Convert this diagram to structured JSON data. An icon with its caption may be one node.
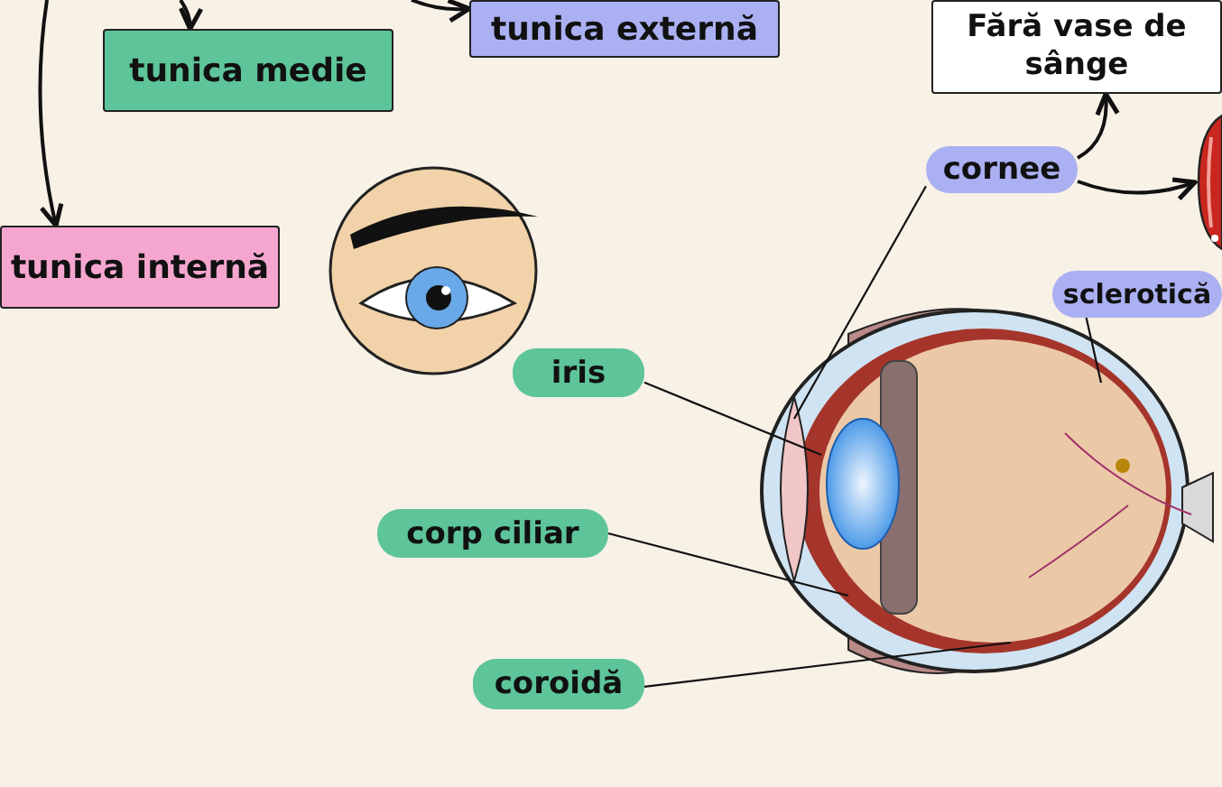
{
  "diagram": {
    "nodes": [
      {
        "text": [
          "tunica medie"
        ]
      },
      {
        "text": [
          "tunica externă"
        ]
      },
      {
        "text": [
          "tunica internă"
        ]
      },
      {
        "text": [
          "Fără vase de sânge"
        ]
      },
      {
        "text": [
          "cornee"
        ]
      },
      {
        "text": [
          "sclerotică"
        ]
      },
      {
        "text": [
          "iris"
        ]
      },
      {
        "text": [
          "corp ciliar"
        ]
      },
      {
        "text": [
          "coroidă"
        ]
      },
      {
        "text": [],
        "shape": "picture"
      }
    ],
    "edges": [
      {
        "from": null,
        "to": 0,
        "arrow": "to"
      },
      {
        "from": null,
        "to": 1,
        "arrow": "to"
      },
      {
        "from": null,
        "to": 2,
        "arrow": "to"
      },
      {
        "from": 4,
        "to": 3,
        "arrow": "to"
      },
      {
        "from": 4,
        "to": 9,
        "arrow": "to"
      },
      {
        "from": 4,
        "to": null,
        "arrow": "none"
      },
      {
        "from": 5,
        "to": null,
        "arrow": "none"
      },
      {
        "from": 6,
        "to": null,
        "arrow": "none"
      },
      {
        "from": 7,
        "to": null,
        "arrow": "none"
      },
      {
        "from": 8,
        "to": null,
        "arrow": "none"
      }
    ]
  }
}
